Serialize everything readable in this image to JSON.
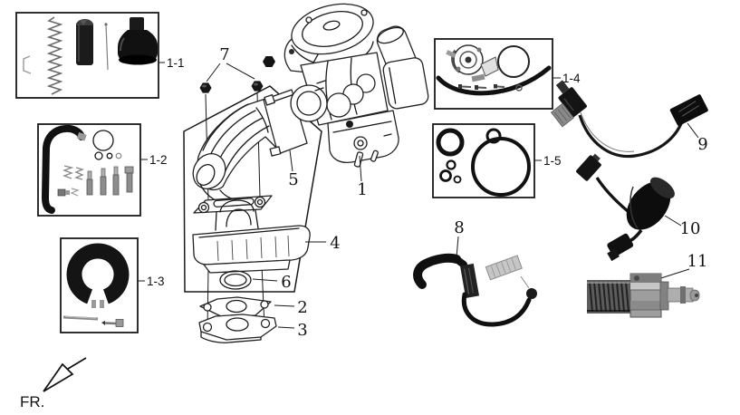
{
  "figure": {
    "type": "exploded-parts-diagram",
    "subject": "carburetor-assembly",
    "fr_label": "FR.",
    "callouts": {
      "c1": "1",
      "c2": "2",
      "c3": "3",
      "c4": "4",
      "c5": "5",
      "c6": "6",
      "c7": "7",
      "c8": "8",
      "c9": "9",
      "c10": "10",
      "c11": "11"
    },
    "kits": {
      "k1": "1-1",
      "k2": "1-2",
      "k3": "1-3",
      "k4": "1-4",
      "k5": "1-5"
    },
    "colors": {
      "line": "#1a1a1a",
      "background": "#ffffff"
    }
  }
}
